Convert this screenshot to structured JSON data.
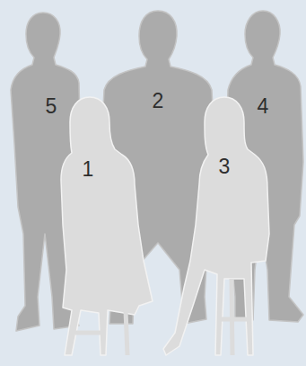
{
  "diagram": {
    "nodes": [
      {
        "text": [
          "5"
        ]
      },
      {
        "text": [
          "2"
        ]
      },
      {
        "text": [
          "4"
        ]
      },
      {
        "text": [
          "1"
        ]
      },
      {
        "text": [
          "3"
        ]
      }
    ]
  }
}
